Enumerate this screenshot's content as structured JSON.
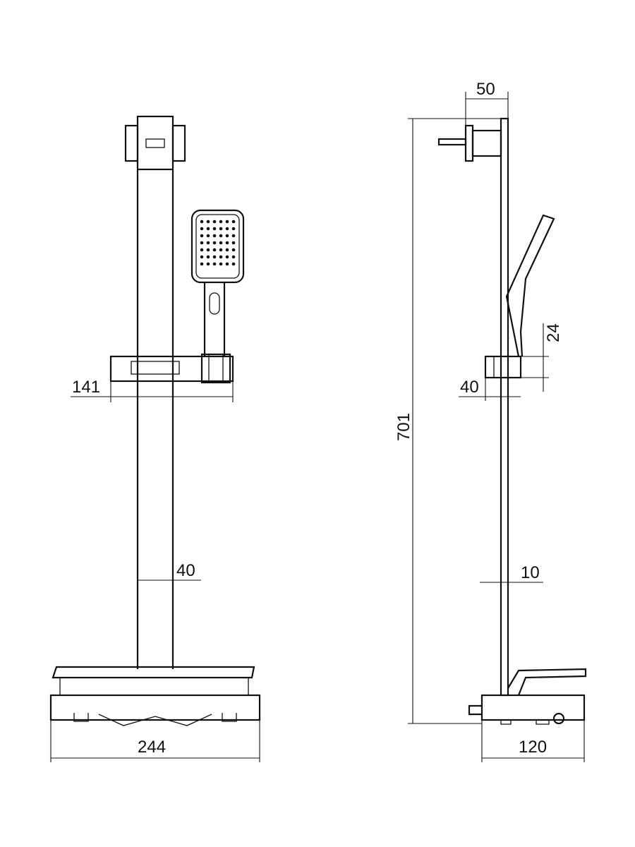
{
  "views": {
    "front": {
      "dimensions": {
        "slider_width": "141",
        "rail_width": "40",
        "base_width": "244"
      }
    },
    "side": {
      "dimensions": {
        "bracket_depth": "50",
        "total_height": "701",
        "slider_height": "24",
        "slider_depth": "40",
        "rail_depth": "10",
        "base_depth": "120"
      }
    }
  }
}
